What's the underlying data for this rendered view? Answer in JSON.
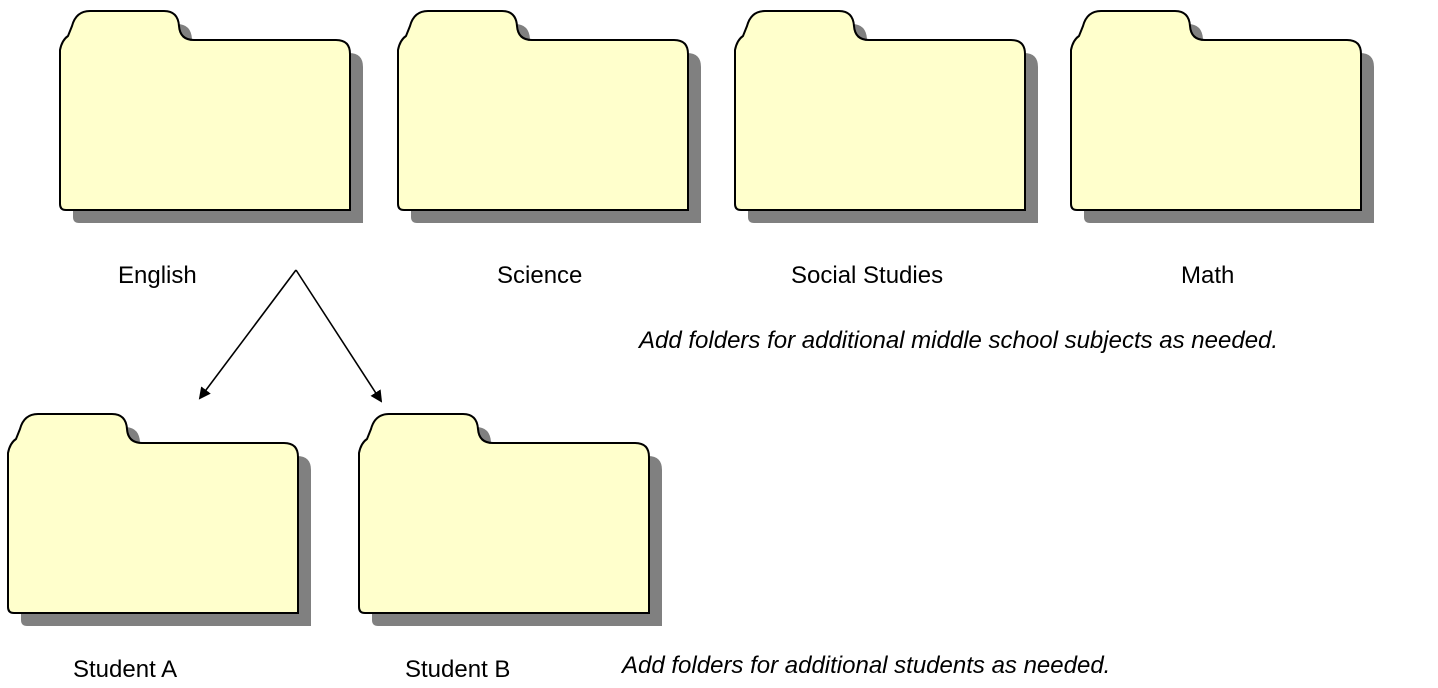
{
  "colors": {
    "folder_fill": "#ffffcc",
    "folder_stroke": "#000000",
    "folder_shadow": "#808080",
    "arrow": "#000000",
    "background": "#ffffff"
  },
  "subject_folders": [
    {
      "label": "English",
      "icon": "folder-icon"
    },
    {
      "label": "Science",
      "icon": "folder-icon"
    },
    {
      "label": "Social Studies",
      "icon": "folder-icon"
    },
    {
      "label": "Math",
      "icon": "folder-icon"
    }
  ],
  "student_folders": [
    {
      "label": "Student A",
      "icon": "folder-icon"
    },
    {
      "label": "Student B",
      "icon": "folder-icon"
    }
  ],
  "notes": {
    "subjects": "Add folders for additional middle school subjects as needed.",
    "students": "Add folders for additional students as needed."
  }
}
